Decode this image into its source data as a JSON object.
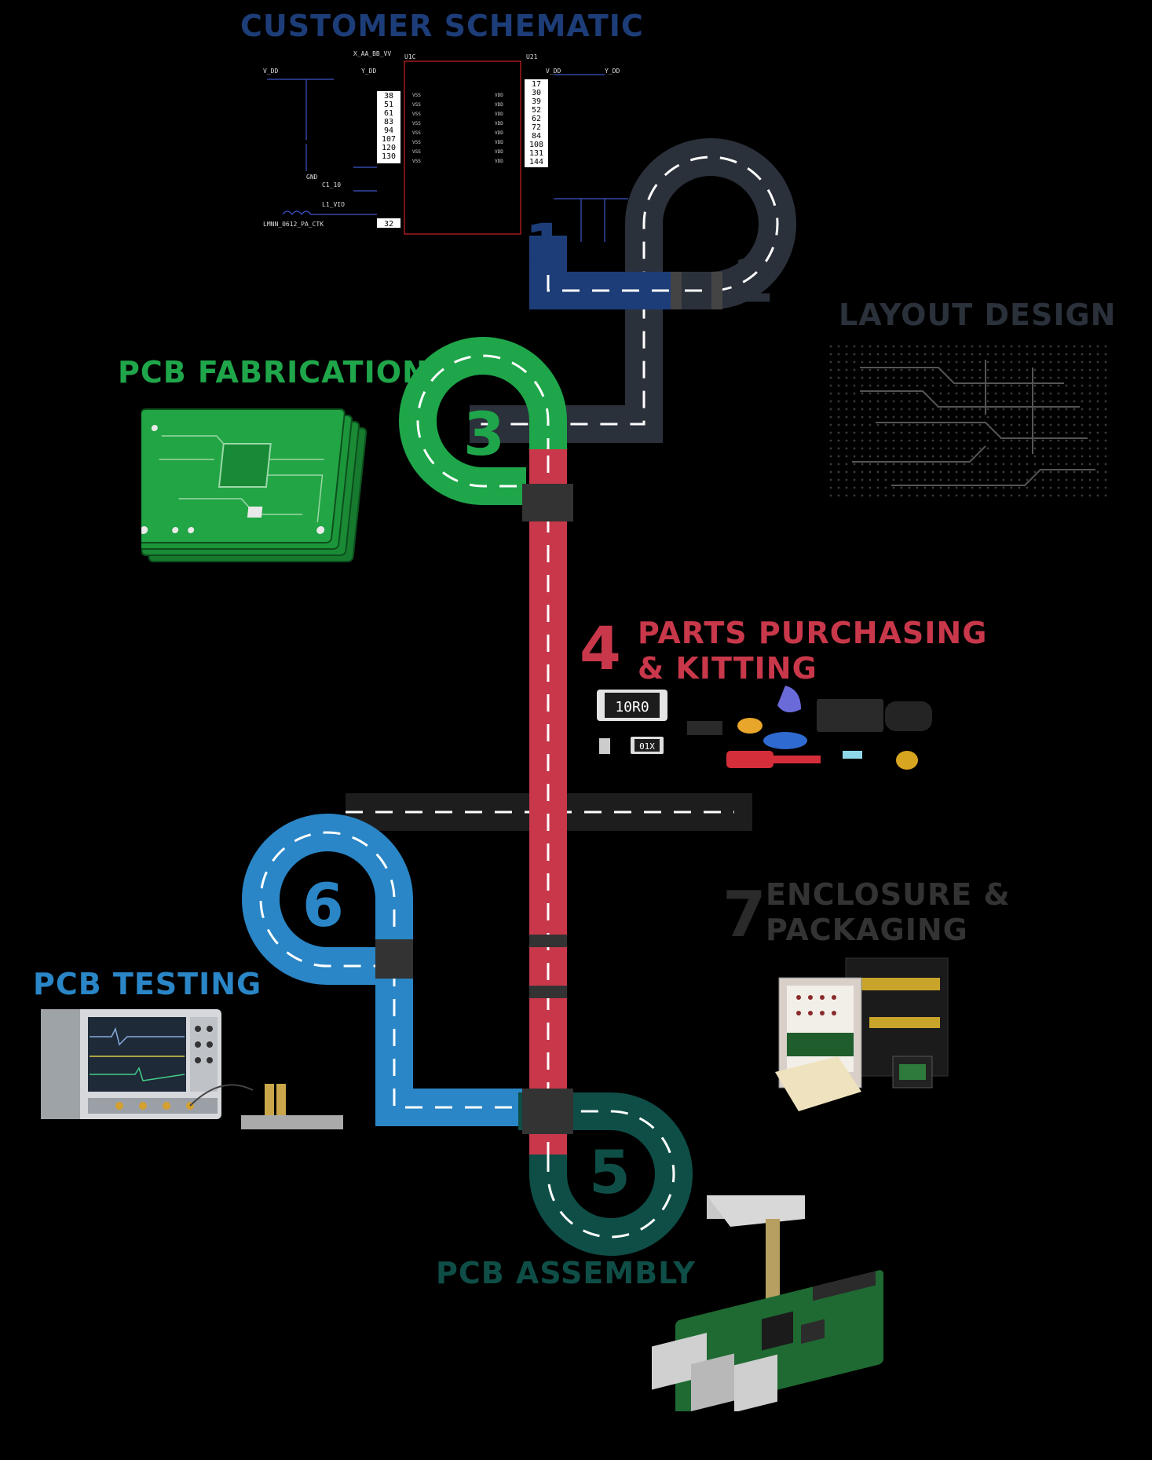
{
  "colors": {
    "background": "#000000",
    "step1": "#1d3d78",
    "step2": "#2b313b",
    "step3": "#1fa64a",
    "step4": "#c8384a",
    "step5": "#0e4e47",
    "step6": "#2a86c6",
    "step7": "#1d1d1d",
    "dash": "#ffffff"
  },
  "steps": [
    {
      "number": "1",
      "title": "CUSTOMER SCHEMATIC",
      "icon": "schematic-image"
    },
    {
      "number": "2",
      "title": "LAYOUT DESIGN",
      "icon": "pcb-layout-image"
    },
    {
      "number": "3",
      "title": "PCB FABRICATION",
      "icon": "pcb-boards-image"
    },
    {
      "number": "4",
      "title_line1": "PARTS PURCHASING",
      "title_line2": "& KITTING",
      "icon": "components-image"
    },
    {
      "number": "5",
      "title": "PCB ASSEMBLY",
      "icon": "assembled-board-image"
    },
    {
      "number": "6",
      "title": "PCB TESTING",
      "icon": "oscilloscope-image"
    },
    {
      "number": "7",
      "title_line1": "ENCLOSURE &",
      "title_line2": "PACKAGING",
      "icon": "enclosure-boxes-image"
    }
  ],
  "schematic": {
    "left_pins": [
      "38",
      "51",
      "61",
      "83",
      "94",
      "107",
      "120",
      "130"
    ],
    "right_pins": [
      "17",
      "30",
      "39",
      "52",
      "62",
      "72",
      "84",
      "108",
      "131",
      "144"
    ],
    "bottom_pin": "32"
  },
  "components": {
    "resistor_large": "10R0",
    "resistor_small": "01X"
  }
}
